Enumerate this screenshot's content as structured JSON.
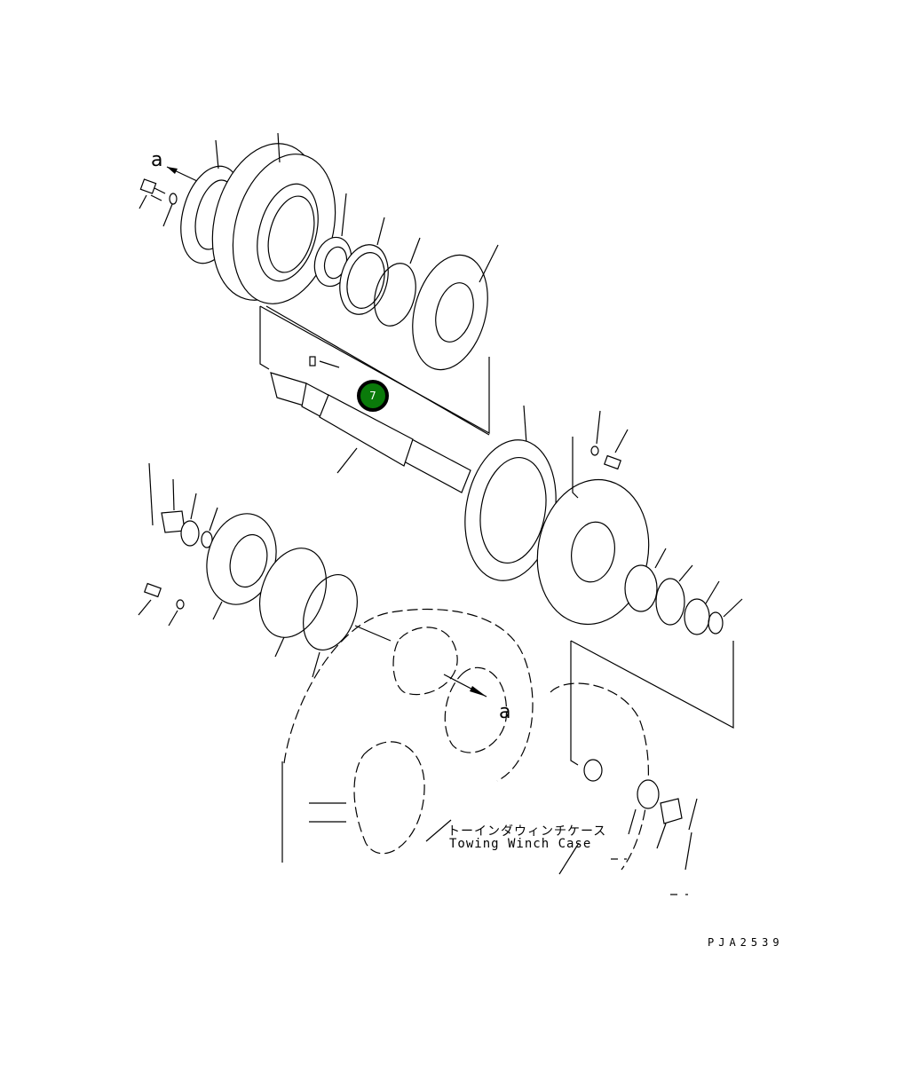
{
  "diagram": {
    "type": "exploded parts diagram",
    "view_marker": "a",
    "callouts": [
      {
        "number": "7",
        "color": "#0a7a0a",
        "target": "shaft"
      }
    ],
    "case_label_jp": "トーインダウィンチケース",
    "case_label_en": "Towing Winch Case",
    "drawing_id": "PJA2539"
  }
}
